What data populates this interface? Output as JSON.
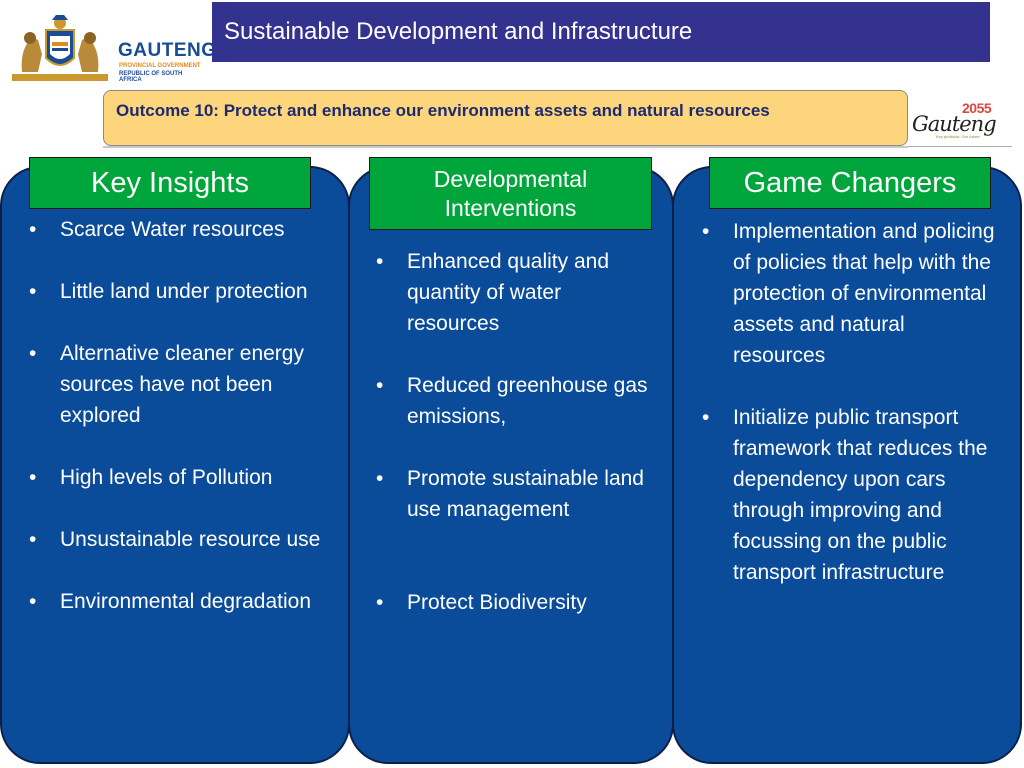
{
  "slide_title": "Sustainable Development and Infrastructure",
  "outcome": "Outcome 10: Protect and enhance our environment assets and natural resources",
  "logo_left": {
    "wordmark": "GAUTENG",
    "subtitle1": "PROVINCIAL GOVERNMENT",
    "subtitle2": "REPUBLIC OF SOUTH AFRICA"
  },
  "logo_right": {
    "year": "2055",
    "wordmark": "Gauteng",
    "tagline": "Key products. Our future"
  },
  "columns": [
    {
      "heading": "Key Insights",
      "items": [
        "Scarce Water resources",
        "Little land under protection",
        "Alternative cleaner energy sources have not been explored",
        "High levels of Pollution",
        "Unsustainable resource use",
        "Environmental degradation"
      ]
    },
    {
      "heading": "Developmental Interventions",
      "items": [
        "Enhanced quality and quantity of water resources",
        "Reduced greenhouse gas emissions,",
        "Promote sustainable land use management",
        "Protect  Biodiversity"
      ]
    },
    {
      "heading": "Game Changers",
      "items": [
        "Implementation and policing of policies that help with the protection of environmental assets and natural resources",
        "Initialize public transport framework that reduces the dependency upon cars through improving and focussing on the public transport infrastructure"
      ]
    }
  ],
  "bullet_symbol": "•",
  "colors": {
    "title_bar": "#33338f",
    "panel": "#0a4b9a",
    "header": "#00a53c",
    "outcome_bg": "#fdd57c",
    "outcome_text": "#1e2a6e"
  }
}
